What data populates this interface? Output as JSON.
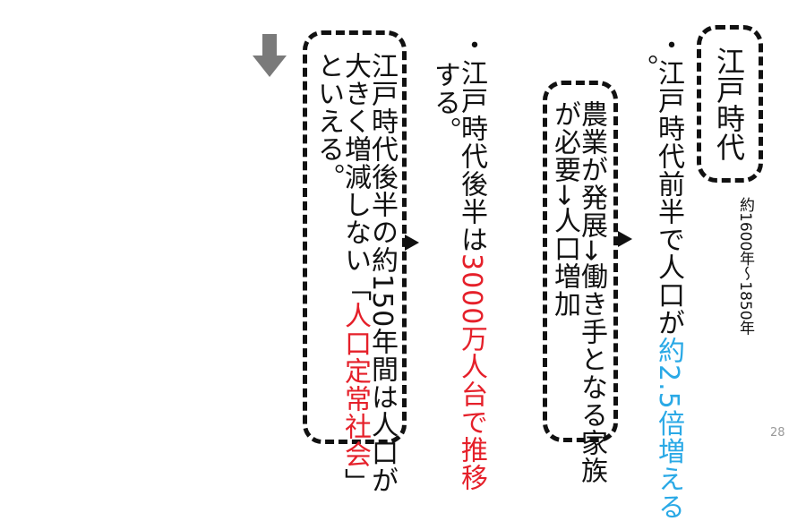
{
  "title": "江戸時代",
  "period": "約1600年〜1850年",
  "point1": {
    "bullet": "・",
    "pre": "江戸時代前半で人口が",
    "highlight": "約2.5倍増える",
    "post": "。"
  },
  "box1_lines": [
    "農業が発展→働き手となる家族",
    "が必要→人口増加"
  ],
  "point2": {
    "bullet": "・",
    "pre": "江戸時代後半は",
    "highlight": "3000万人台で推移",
    "post": "する。"
  },
  "conclusion": {
    "line1": "江戸時代後半の約150年間は人口が",
    "line2": "大きく増減しない「",
    "line2_highlight": "人口定常社会",
    "line2_post": "」",
    "line3": "といえる。"
  },
  "colors": {
    "highlight_blue": "#2aa9e6",
    "highlight_red": "#e5202a",
    "arrow": "#7a7a7a"
  },
  "page_number": "28"
}
